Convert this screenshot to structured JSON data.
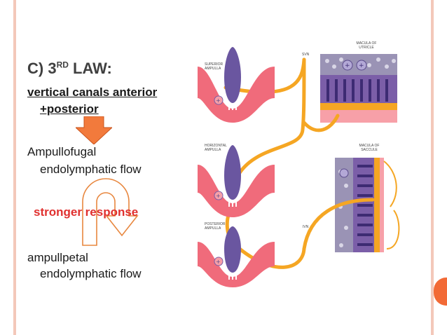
{
  "slide": {
    "title_prefix": "C) 3",
    "title_sup": "RD",
    "title_suffix": " LAW:",
    "line1": "vertical canals anterior",
    "line2": "+posterior",
    "ampullofugal_1": "Ampullofugal",
    "ampullofugal_2": "endolymphatic  flow",
    "stronger": "stronger response",
    "ampullpetal_1": "ampullpetal",
    "ampullpetal_2": "endolymphatic flow"
  },
  "diagram": {
    "superior_ampulla": "SUPERIOR AMPULLA",
    "horizontal_ampulla": "HORIZONTAL AMPULLA",
    "posterior_ampulla": "POSTERIOR AMPULLA",
    "svn": "SVN",
    "ivn": "IVN",
    "macula_utricle": "MACULA OF UTRICLE",
    "macula_saccule": "MACULA OF SACCULE"
  },
  "colors": {
    "accent": "#f26a36",
    "nerve": "#f5a623",
    "ampulla": "#f06b7b",
    "frame": "#f3c8ba",
    "red_text": "#e0302f"
  }
}
